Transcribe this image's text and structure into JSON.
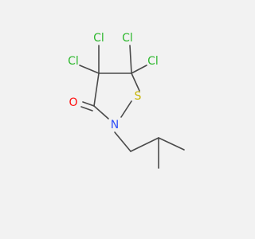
{
  "molecule": {
    "colors": {
      "background": "#f2f2f2",
      "bond": "#4a4a4a",
      "Cl": "#2db82d",
      "O": "#ff0d0d",
      "N": "#3050f8",
      "S": "#c8b400"
    },
    "atoms": {
      "cl_3a": "Cl",
      "cl_3b": "Cl",
      "cl_5a": "Cl",
      "cl_5b": "Cl",
      "oxygen": "O",
      "sulfur": "S",
      "nitrogen": "N"
    }
  }
}
